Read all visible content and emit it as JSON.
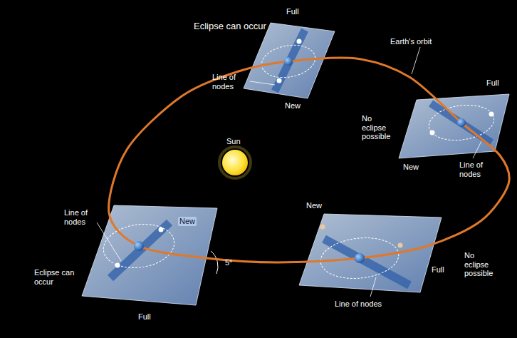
{
  "diagram": {
    "labels": [
      "Eclipse can occur",
      "Full",
      "Line of nodes",
      "New",
      "Earth's orbit",
      "No eclipse possible",
      "Full",
      "New",
      "Line of nodes",
      "Sun",
      "Line of nodes",
      "New",
      "Eclipse can occur",
      "5°",
      "Full",
      "New",
      "No eclipse possible",
      "Full",
      "Line of nodes"
    ]
  }
}
